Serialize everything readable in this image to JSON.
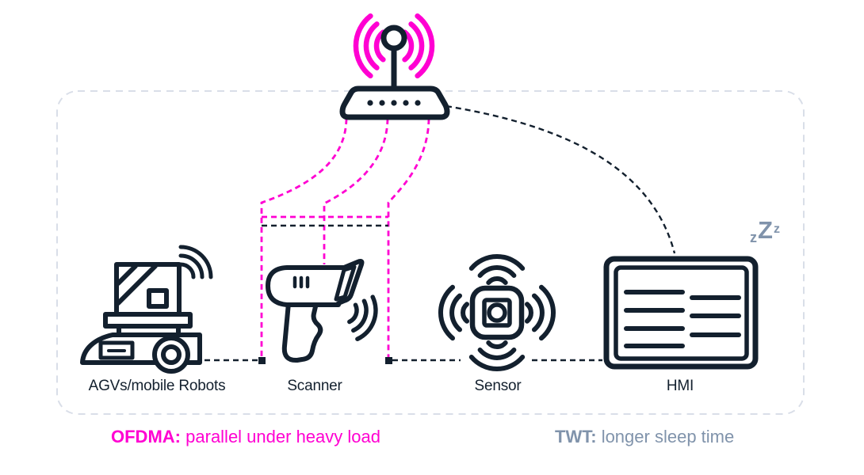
{
  "diagram": {
    "access_point": {
      "icon": "wifi-access-point-icon"
    },
    "devices": [
      {
        "icon": "agv-robot-icon",
        "label": "AGVs/mobile Robots"
      },
      {
        "icon": "barcode-scanner-icon",
        "label": "Scanner"
      },
      {
        "icon": "wireless-sensor-icon",
        "label": "Sensor"
      },
      {
        "icon": "hmi-panel-icon",
        "label": "HMI"
      }
    ],
    "sleep_indicator": {
      "z_small_1": "z",
      "z_large": "Z",
      "z_small_2": "z"
    },
    "captions": {
      "ofdma": {
        "term": "OFDMA:",
        "desc": "parallel under heavy load"
      },
      "twt": {
        "term": "TWT:",
        "desc": "longer sleep time"
      }
    },
    "colors": {
      "accent_magenta": "#ff00d2",
      "ink": "#13202e",
      "muted_slate": "#8093ab",
      "border_dash": "#d9dee8"
    }
  }
}
